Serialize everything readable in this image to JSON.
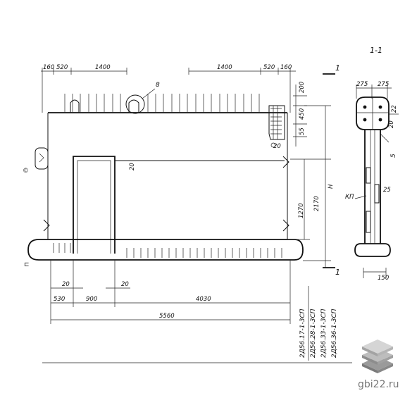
{
  "drawing": {
    "section_label": "1-1",
    "section_marks": [
      "1",
      "1"
    ],
    "element_8": "8",
    "element_5": "5",
    "label_kp": "КП",
    "label_h": "Н"
  },
  "top_dims": {
    "d160a": "160",
    "d520a": "520",
    "d1400a": "1400",
    "d1400b": "1400",
    "d520b": "520",
    "d160b": "160"
  },
  "right_dims": {
    "d200": "200",
    "d450": "450",
    "d55": "55",
    "d20a": "20",
    "d20b": "20",
    "d1270": "1270",
    "d2170": "2170"
  },
  "bottom_dims": {
    "d20a": "20",
    "d20b": "20",
    "d530": "530",
    "d900": "900",
    "d4030": "4030",
    "d5560": "5560"
  },
  "section_dims": {
    "d275a": "275",
    "d275b": "275",
    "d20": "20",
    "d22": "22",
    "d25": "25",
    "d150": "150"
  },
  "marks": [
    "2Д56.17-1-3СП",
    "2Д56.28-1-3СП",
    "2Д56.33-1-3СП",
    "2Д56.36-1-3СП"
  ],
  "watermark": "gbi22.ru"
}
